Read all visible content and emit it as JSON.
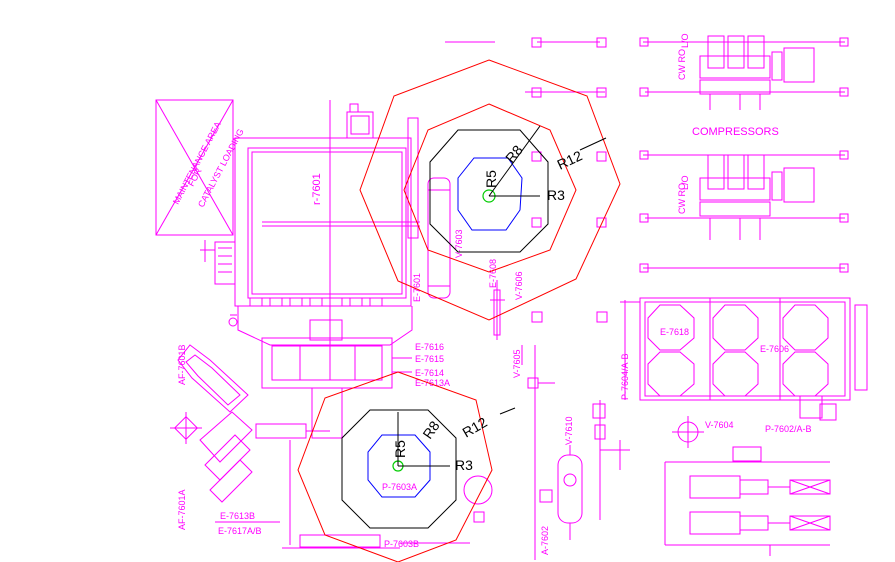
{
  "labels": {
    "maintenance_1": "MAINTENANCE AREA",
    "maintenance_2": "FOR",
    "maintenance_3": "CATALYST LOADING",
    "compressors": "COMPRESSORS",
    "r7601": "r-7601",
    "e7601": "E-7601",
    "v7603": "V-7603",
    "e7608": "E-7608",
    "v7606": "V-7606",
    "v7605": "V-7605",
    "e7616": "E-7616",
    "e7615": "E-7615",
    "e7614": "E-7614",
    "e7613a": "E-7613A",
    "af7601b": "AF-7601B",
    "af7601a": "AF-7601A",
    "e7613b": "E-7613B",
    "e7617ab": "E-7617A/B",
    "p7603a": "P-7603A",
    "p7603b": "P-7603B",
    "v7610": "V-7610",
    "a7602": "A-7602",
    "p7604ab": "P-7604/A-B",
    "e7618": "E-7618",
    "e7606": "E-7606",
    "v7604": "V-7604",
    "p7602ab": "P-7602/A-B",
    "lo_1": "L/O",
    "cw_ro_1": "CW RO",
    "lo_2": "L/O",
    "cw_ro_2": "CW RO"
  },
  "radii_upper": {
    "r12": "R12",
    "r8": "R8",
    "r5": "R5",
    "r3": "R3"
  },
  "radii_lower": {
    "r12": "R12",
    "r8": "R8",
    "r5": "R5",
    "r3": "R3"
  },
  "colors": {
    "equipment": "#ff00ff",
    "clearance_outer": "#ff0000",
    "clearance_mid": "#000000",
    "clearance_inner": "#0000ff",
    "center": "#00cc00"
  }
}
